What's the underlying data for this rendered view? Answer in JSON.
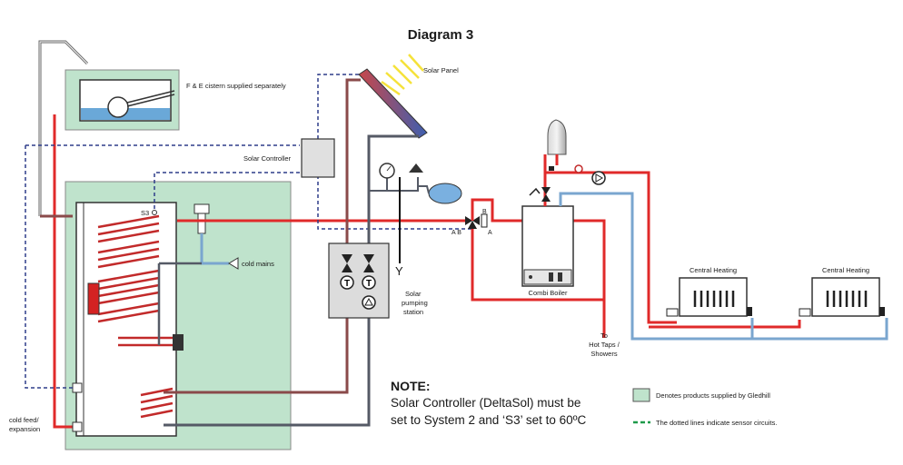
{
  "title": "Diagram 3",
  "labels": {
    "solar_panel": "Solar Panel",
    "fe_cistern": "F & E cistern supplied separately",
    "solar_controller": "Solar Controller",
    "s3": "S3",
    "cold_mains": "cold mains",
    "solar_pumping_station_1": "Solar",
    "solar_pumping_station_2": "pumping",
    "solar_pumping_station_3": "station",
    "combi_boiler": "Combi Boiler",
    "to_hot_taps_1": "To",
    "to_hot_taps_2": "Hot Taps /",
    "to_hot_taps_3": "Showers",
    "central_heating_1": "Central Heating",
    "central_heating_2": "Central Heating",
    "cold_feed_1": "cold feed/",
    "cold_feed_2": "expansion",
    "valve_a": "A",
    "valve_b": "B",
    "valve_ab": "A B",
    "y_marker": "Y"
  },
  "note": {
    "heading": "NOTE:",
    "line1": "Solar Controller (DeltaSol) must be",
    "line2": "set to System 2 and ‘S3’ set to 60ºC"
  },
  "legend": {
    "gledhill": "Denotes products supplied by Gledhill",
    "dotted": "The dotted lines indicate sensor circuits."
  },
  "colors": {
    "hot": "#e02a2a",
    "cold": "#7aa6cf",
    "dark_pipe": "#555a66",
    "sensor": "#2e3d8a",
    "gledhill_fill": "#bfe3cc",
    "legend_dash": "#1f9a4a"
  }
}
